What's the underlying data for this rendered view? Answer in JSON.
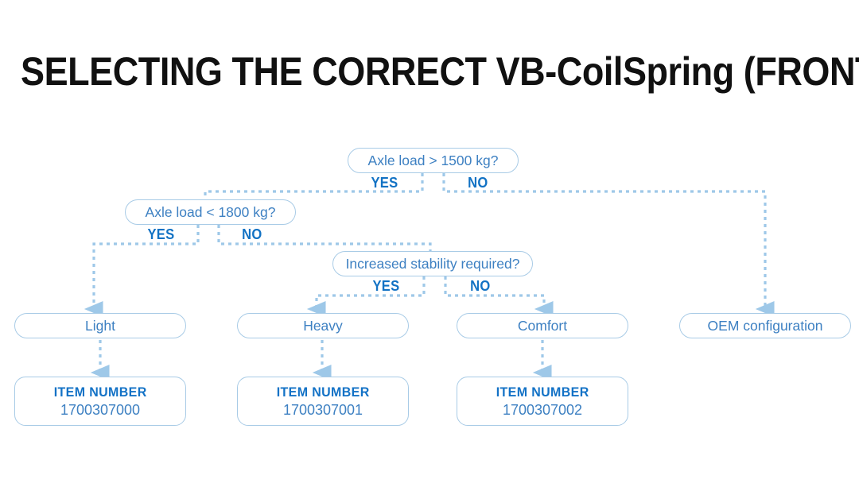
{
  "page": {
    "title": "SELECTING THE CORRECT VB-CoilSpring (FRONT AXLE)",
    "background_color": "#ffffff",
    "title_color": "#111111"
  },
  "theme": {
    "box_border_color": "#a8cbe6",
    "box_text_color": "#3d80c2",
    "label_color": "#1272c4",
    "connector_color": "#9ec8e8"
  },
  "flowchart": {
    "type": "decision-tree",
    "decisions": [
      {
        "id": "d1",
        "question": "Axle load > 1500 kg?",
        "yes_label": "YES",
        "no_label": "NO",
        "yes_target": "d2",
        "no_target": "r4"
      },
      {
        "id": "d2",
        "question": "Axle load < 1800 kg?",
        "yes_label": "YES",
        "no_label": "NO",
        "yes_target": "r1",
        "no_target": "d3"
      },
      {
        "id": "d3",
        "question": "Increased stability required?",
        "yes_label": "YES",
        "no_label": "NO",
        "yes_target": "r2",
        "no_target": "r3"
      }
    ],
    "results": [
      {
        "id": "r1",
        "label": "Light"
      },
      {
        "id": "r2",
        "label": "Heavy"
      },
      {
        "id": "r3",
        "label": "Comfort"
      },
      {
        "id": "r4",
        "label": "OEM configuration"
      }
    ],
    "items": [
      {
        "id": "i1",
        "title": "ITEM NUMBER",
        "value": "1700307000",
        "for_result": "r1"
      },
      {
        "id": "i2",
        "title": "ITEM NUMBER",
        "value": "1700307001",
        "for_result": "r2"
      },
      {
        "id": "i3",
        "title": "ITEM NUMBER",
        "value": "1700307002",
        "for_result": "r3"
      }
    ]
  }
}
